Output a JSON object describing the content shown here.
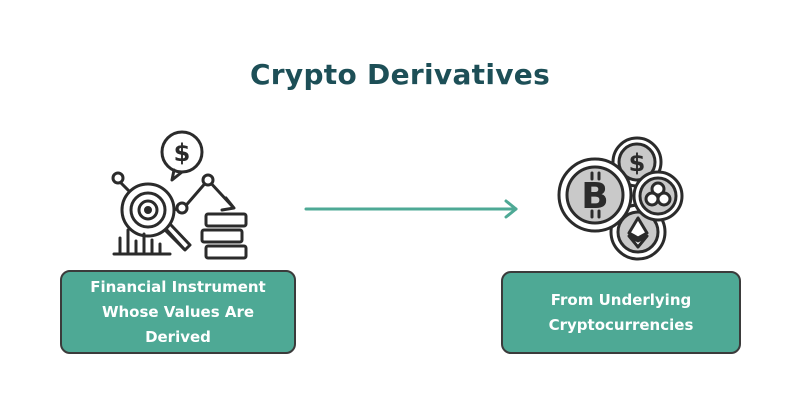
{
  "diagram": {
    "title": "Crypto Derivatives",
    "left_box": {
      "text": "Financial Instrument\nWhose Values Are\nDerived"
    },
    "right_box": {
      "text": "From Underlying\nCryptocurrencies"
    },
    "icons": {
      "left": "financial-analysis-icon",
      "right": "cryptocurrency-coins-icon",
      "connector": "arrow-right-icon"
    },
    "colors": {
      "title": "#1d4f57",
      "box_fill": "#4ea995",
      "box_border": "#3b3b3b",
      "arrow": "#4ea995",
      "icon_stroke": "#2b2b2b",
      "coin_fill": "#c9c9c9"
    }
  }
}
